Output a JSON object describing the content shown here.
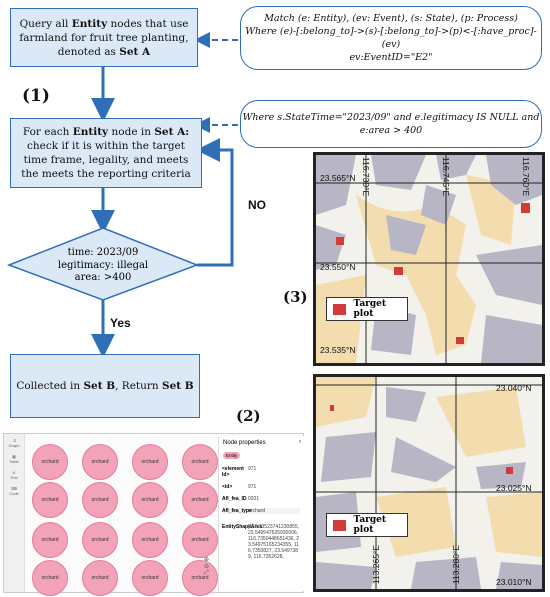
{
  "flow": {
    "box1": "Query all Entity nodes that use farmland for fruit tree planting, denoted as Set A",
    "box1_parts": [
      "Query all ",
      "Entity",
      " nodes that use farmland for fruit tree planting, denoted as ",
      "Set A"
    ],
    "box2_parts": [
      "For each ",
      "Entity",
      " node in ",
      "Set A:",
      " check if it is within the target time frame, legality, and meets the meets the reporting criteria"
    ],
    "decision_lines": [
      "time: 2023/09",
      "legitimacy: illegal",
      "area: >400"
    ],
    "no_label": "NO",
    "yes_label": "Yes",
    "box3_parts": [
      "Collected in ",
      "Set B",
      ", Return ",
      "Set B"
    ]
  },
  "queries": {
    "q1_lines": [
      "Match (e: Entity), (ev: Event), (s: State), (p: Process)",
      "Where (e)-[:belong_to]->(s)-[:belong_to]->(p)<-[:have_proc]-(ev)",
      "ev:EventID=\"E2\""
    ],
    "q2_lines": [
      "Where s.StateTime=\"2023/09\" and e.legitimacy IS NULL and",
      "e:area > 400"
    ]
  },
  "labels": {
    "l1": "(1)",
    "l2": "(2)",
    "l3": "(3)"
  },
  "map1": {
    "coords": [
      "116.730°E",
      "116.745°E",
      "116.760°E",
      "23.565°N",
      "23.550°N",
      "23.535°N"
    ],
    "legend": "Target plot"
  },
  "map2": {
    "coords": [
      "23.040°N",
      "23.025°N",
      "23.010°N",
      "113.265°E",
      "113.280°E"
    ],
    "legend": "Target plot"
  },
  "ui": {
    "sidebar": [
      "Graph",
      "Table",
      "Text",
      "Code"
    ],
    "node_label": "orchard",
    "panel_title": "Node properties",
    "badge": "Entity",
    "rows": [
      {
        "k": "<element Id>",
        "v": "971"
      },
      {
        "k": "<id>",
        "v": "971"
      },
      {
        "k": "Afl_fea_ID",
        "v": "0201"
      },
      {
        "k": "Afl_fea_type",
        "v": "orchard"
      },
      {
        "k": "EntityShapeArea",
        "v": "[116.73523741230855, 23.549547635930006, 116.7350448651436, 23.54975165234355, 116.7350827, 23.5497389, 116.7352628,"
      }
    ]
  },
  "colors": {
    "box_fill": "#dbe9f6",
    "box_border": "#2f6fb8",
    "node": "#f3a3b8",
    "target": "#d33a3a"
  }
}
